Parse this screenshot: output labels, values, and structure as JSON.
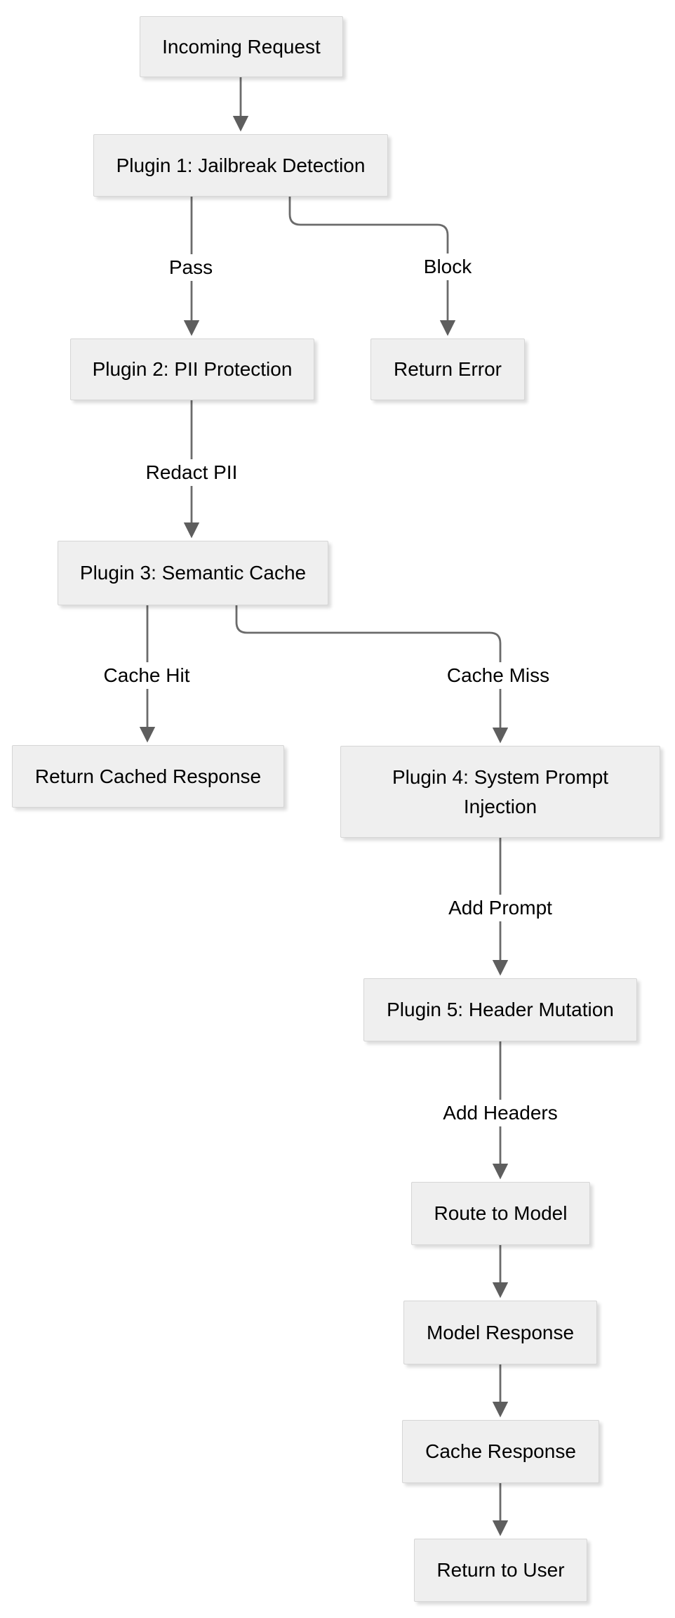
{
  "diagram": {
    "type": "flowchart",
    "direction": "top-down",
    "colors": {
      "background": "#ffffff",
      "node_fill": "#efefef",
      "node_border": "#d6d6d6",
      "edge_line": "#6b6b6b",
      "arrow_fill": "#5e5e5e",
      "label_text": "#000000"
    },
    "nodes": [
      {
        "id": "incoming-request",
        "label": "Incoming Request"
      },
      {
        "id": "plugin-1",
        "label": "Plugin 1: Jailbreak Detection"
      },
      {
        "id": "plugin-2",
        "label": "Plugin 2: PII Protection"
      },
      {
        "id": "return-error",
        "label": "Return Error"
      },
      {
        "id": "plugin-3",
        "label": "Plugin 3: Semantic Cache"
      },
      {
        "id": "return-cached-response",
        "label": "Return Cached Response"
      },
      {
        "id": "plugin-4",
        "label": "Plugin 4: System Prompt Injection"
      },
      {
        "id": "plugin-5",
        "label": "Plugin 5: Header Mutation"
      },
      {
        "id": "route-to-model",
        "label": "Route to Model"
      },
      {
        "id": "model-response",
        "label": "Model Response"
      },
      {
        "id": "cache-response",
        "label": "Cache Response"
      },
      {
        "id": "return-to-user",
        "label": "Return to User"
      }
    ],
    "edges": [
      {
        "from": "incoming-request",
        "to": "plugin-1",
        "label": ""
      },
      {
        "from": "plugin-1",
        "to": "plugin-2",
        "label": "Pass"
      },
      {
        "from": "plugin-1",
        "to": "return-error",
        "label": "Block"
      },
      {
        "from": "plugin-2",
        "to": "plugin-3",
        "label": "Redact PII"
      },
      {
        "from": "plugin-3",
        "to": "return-cached-response",
        "label": "Cache Hit"
      },
      {
        "from": "plugin-3",
        "to": "plugin-4",
        "label": "Cache Miss"
      },
      {
        "from": "plugin-4",
        "to": "plugin-5",
        "label": "Add Prompt"
      },
      {
        "from": "plugin-5",
        "to": "route-to-model",
        "label": "Add Headers"
      },
      {
        "from": "route-to-model",
        "to": "model-response",
        "label": ""
      },
      {
        "from": "model-response",
        "to": "cache-response",
        "label": ""
      },
      {
        "from": "cache-response",
        "to": "return-to-user",
        "label": ""
      }
    ]
  }
}
